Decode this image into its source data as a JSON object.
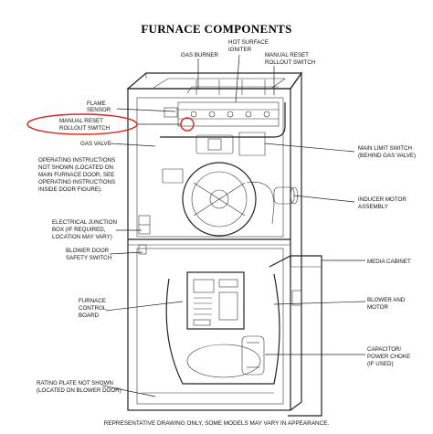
{
  "title": "FURNACE COMPONENTS",
  "footer": "REPRESENTATIVE DRAWING ONLY, SOME MODELS MAY VARY IN APPEARANCE.",
  "highlight_color": "#d8261c",
  "labels": {
    "gas_burner": "GAS BURNER",
    "hot_surface_igniter": [
      "HOT SURFACE",
      "IGNITER"
    ],
    "manual_reset_rollout_top": [
      "MANUAL RESET",
      "ROLLOUT SWITCH"
    ],
    "flame_sensor": [
      "FLAME",
      "SENSOR"
    ],
    "manual_reset_rollout_left": [
      "MANUAL RESET",
      "ROLLOUT SWITCH"
    ],
    "gas_valve": "GAS VALVE",
    "operating_instructions": [
      "OPERATING INSTRUCTIONS",
      "NOT SHOWN (LOCATED ON",
      "MAIN FURNACE DOOR, SEE",
      "OPERATING INSTRUCTIONS",
      "INSIDE DOOR FIGURE)."
    ],
    "main_limit_switch": [
      "MAIN LIMIT SWITCH",
      "(BEHIND GAS VALVE)"
    ],
    "inducer_motor": [
      "INDUCER MOTOR",
      "ASSEMBLY"
    ],
    "electrical_junction": [
      "ELECTRICAL JUNCTION",
      "BOX (IF REQUIRED,",
      "LOCATION MAY VARY)"
    ],
    "blower_door_switch": [
      "BLOWER DOOR",
      "SAFETY SWITCH"
    ],
    "media_cabinet": "MEDIA CABINET",
    "furnace_control_board": [
      "FURNACE",
      "CONTROL",
      "BOARD"
    ],
    "blower_and_motor": [
      "BLOWER AND",
      "MOTOR"
    ],
    "capacitor_choke": [
      "CAPACITOR/",
      "POWER CHOKE",
      "(IF USED)"
    ],
    "rating_plate": [
      "RATING PLATE NOT SHOWN",
      "(LOCATED ON BLOWER DOOR)"
    ]
  }
}
